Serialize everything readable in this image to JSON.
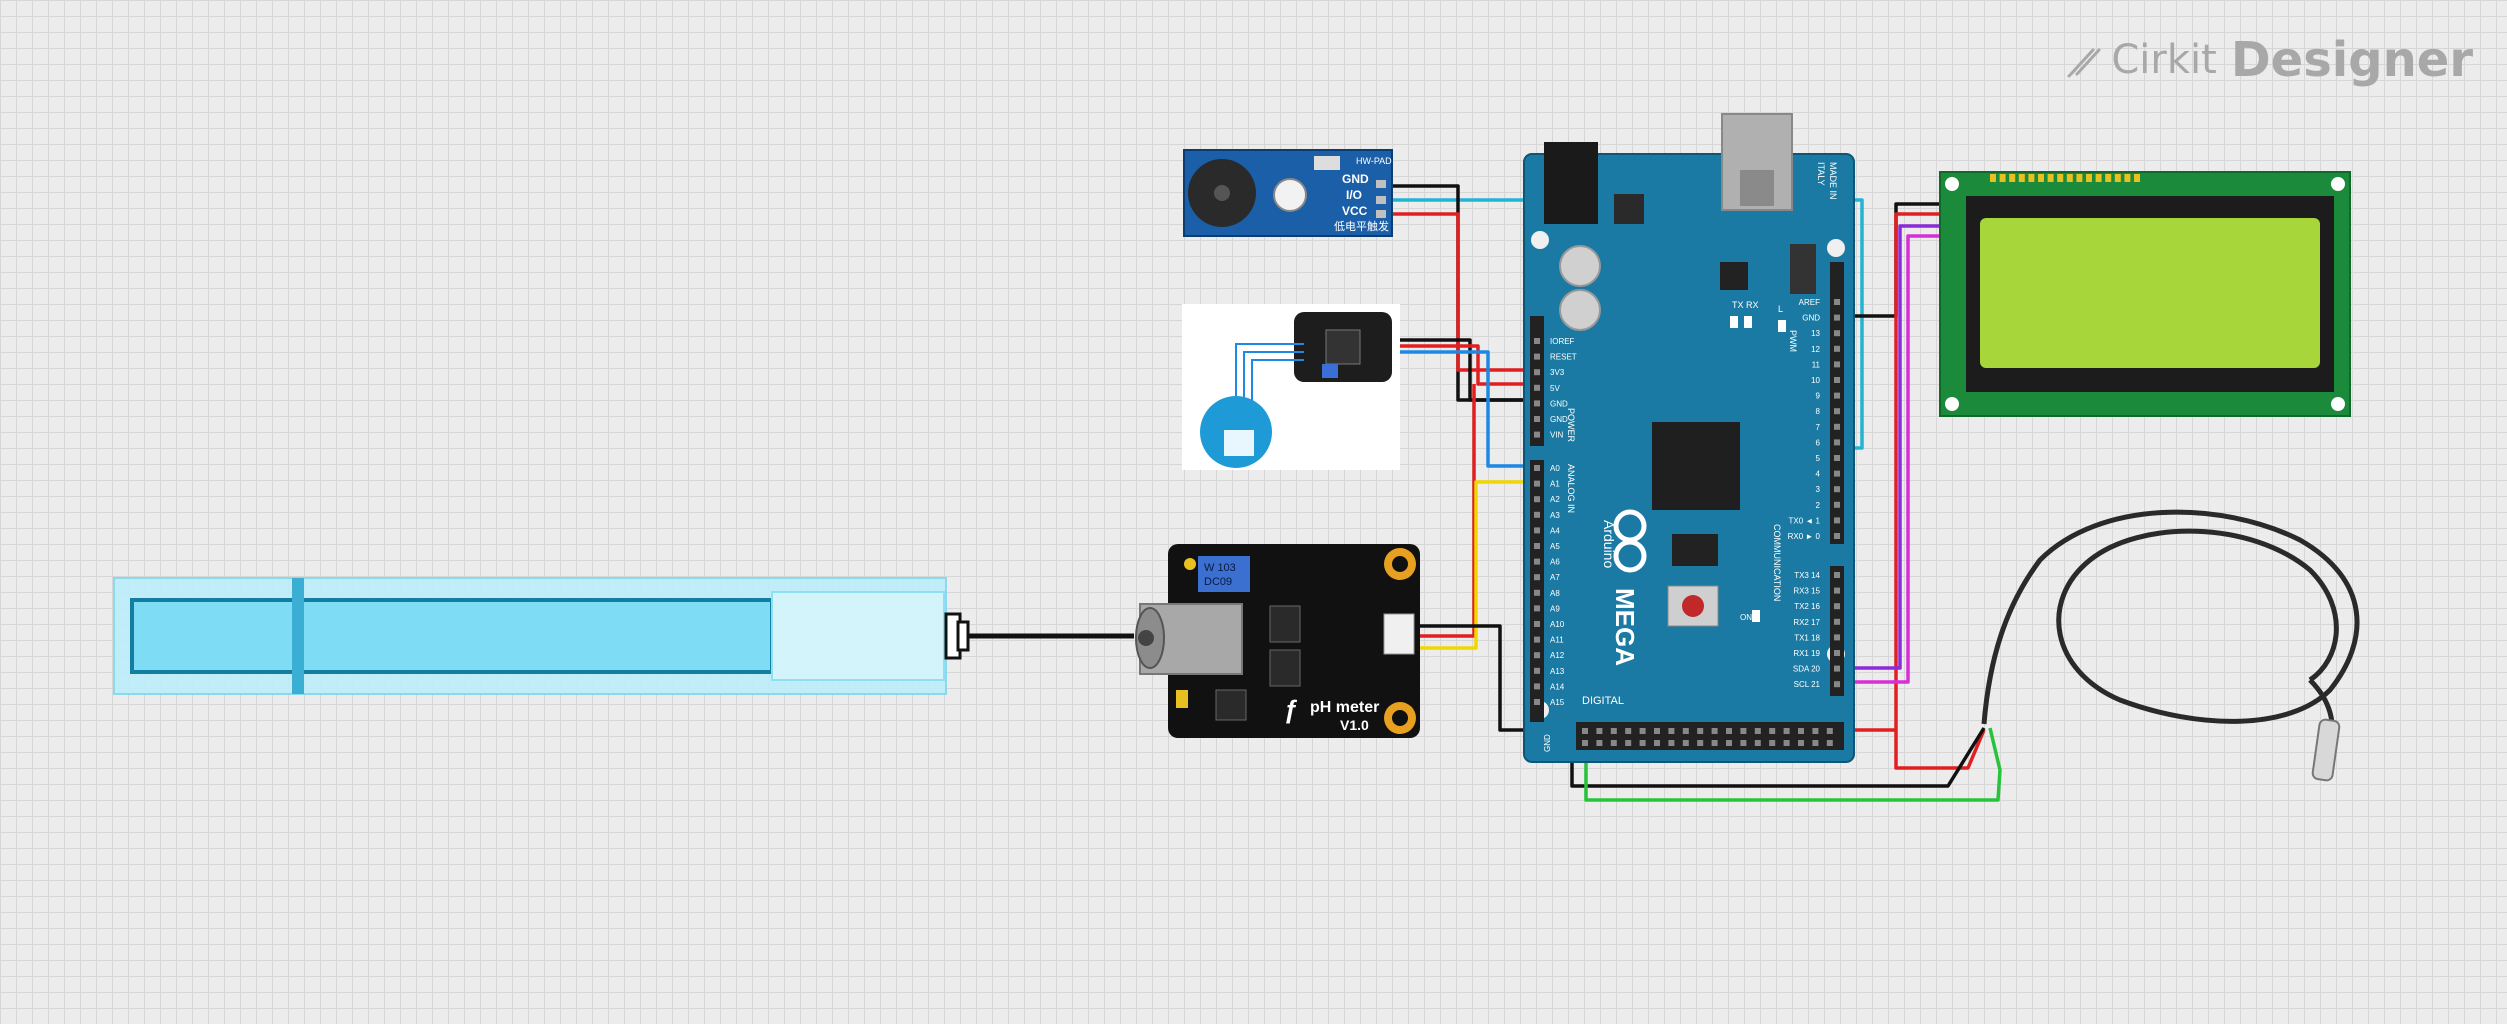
{
  "branding": {
    "logo_word1": "Cirkit",
    "logo_word2": "Designer"
  },
  "colors": {
    "board_blue": "#1b7aa3",
    "wire_red": "#e02020",
    "wire_black": "#111111",
    "wire_blue": "#1e88e5",
    "wire_yellow": "#f2d600",
    "wire_green": "#27c43b",
    "wire_purple": "#8c2bd8",
    "wire_magenta": "#d62fd6",
    "wire_cyan": "#22b4d4",
    "lcd_green": "#a6d63a"
  },
  "buzzer": {
    "pin_gnd": "GND",
    "pin_io": "I/O",
    "pin_vcc": "VCC",
    "model": "HW-PAD",
    "chinese_label": "低电平触发"
  },
  "ph_meter": {
    "pot_label": "W 103",
    "pot_sub": "DC09",
    "name": "pH meter",
    "version": "V1.0"
  },
  "arduino": {
    "brand": "Arduino",
    "model": "MEGA",
    "made_in": "MADE IN",
    "italy": "ITALY",
    "power_label": "POWER",
    "analog_label": "ANALOG IN",
    "digital_label": "DIGITAL",
    "comm_label": "COMMUNICATION",
    "pwm_label": "PWM",
    "power_pins": [
      "IOREF",
      "RESET",
      "3V3",
      "5V",
      "GND",
      "GND",
      "VIN"
    ],
    "analog_pins": [
      "A0",
      "A1",
      "A2",
      "A3",
      "A4",
      "A5",
      "A6",
      "A7",
      "A8",
      "A9",
      "A10",
      "A11",
      "A12",
      "A13",
      "A14",
      "A15"
    ],
    "pwm_pins": [
      "AREF",
      "GND",
      "13",
      "12",
      "11",
      "10",
      "9",
      "8",
      "7",
      "6",
      "5",
      "4",
      "3",
      "2",
      "TX0 ◄ 1",
      "RX0 ► 0"
    ],
    "comm_pins": [
      "TX3 14",
      "RX3 15",
      "TX2 16",
      "RX2 17",
      "TX1 18",
      "RX1 19",
      "SDA 20",
      "SCL 21"
    ],
    "header_gnd": "GND",
    "tx_label": "TX",
    "rx_label": "RX",
    "l_label": "L",
    "on_label": "ON"
  }
}
